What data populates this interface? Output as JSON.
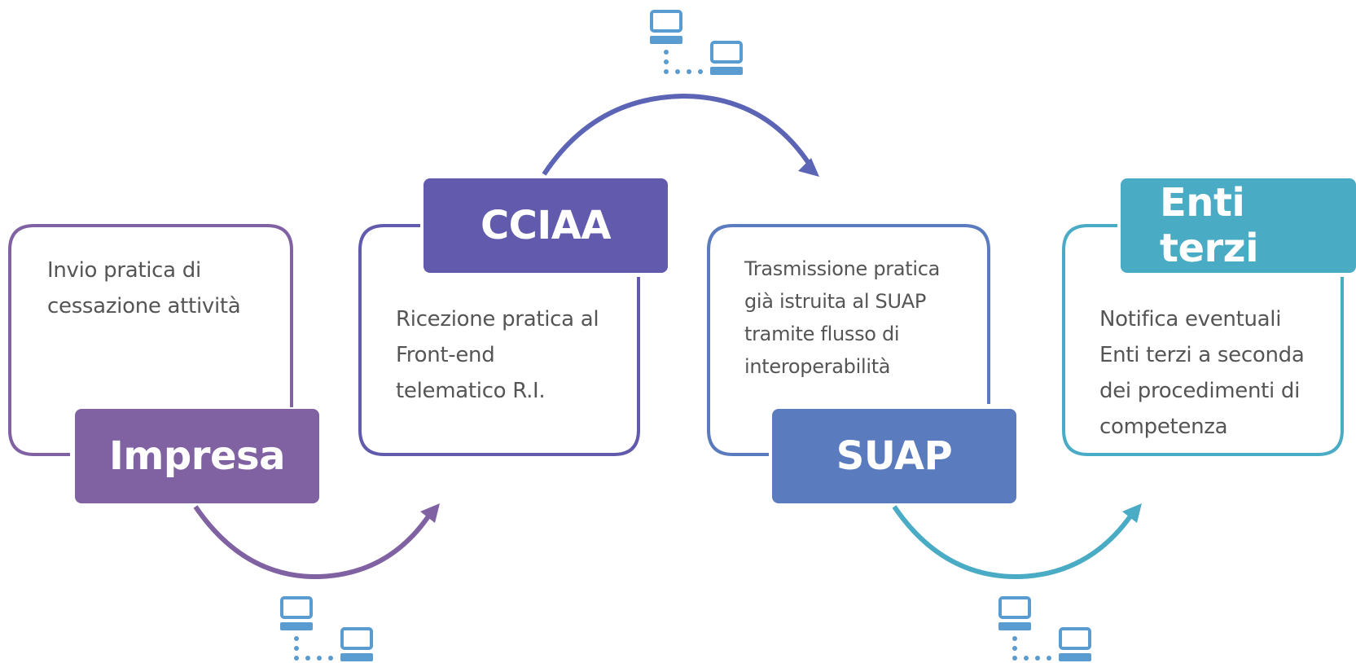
{
  "colors": {
    "impresa": "#8062a3",
    "cciaa": "#615aad",
    "suap": "#5a7bbd",
    "enti": "#4aabc4",
    "text": "#555555",
    "device": "#5a9bd0"
  },
  "steps": [
    {
      "id": "impresa",
      "label": "Impresa",
      "description": "Invio pratica di\ncessazione attività"
    },
    {
      "id": "cciaa",
      "label": "CCIAA",
      "description": "Ricezione pratica al\nFront-end\ntelematico R.I."
    },
    {
      "id": "suap",
      "label": "SUAP",
      "description": "Trasmissione pratica\ngià istruita al SUAP\ntramite flusso di\ninteroperabilità"
    },
    {
      "id": "enti",
      "label": "Enti terzi",
      "description": "Notifica eventuali\nEnti terzi a seconda\ndei procedimenti di\ncompetenza"
    }
  ],
  "icons": [
    "network-computers-icon",
    "network-computers-icon",
    "network-computers-icon"
  ]
}
